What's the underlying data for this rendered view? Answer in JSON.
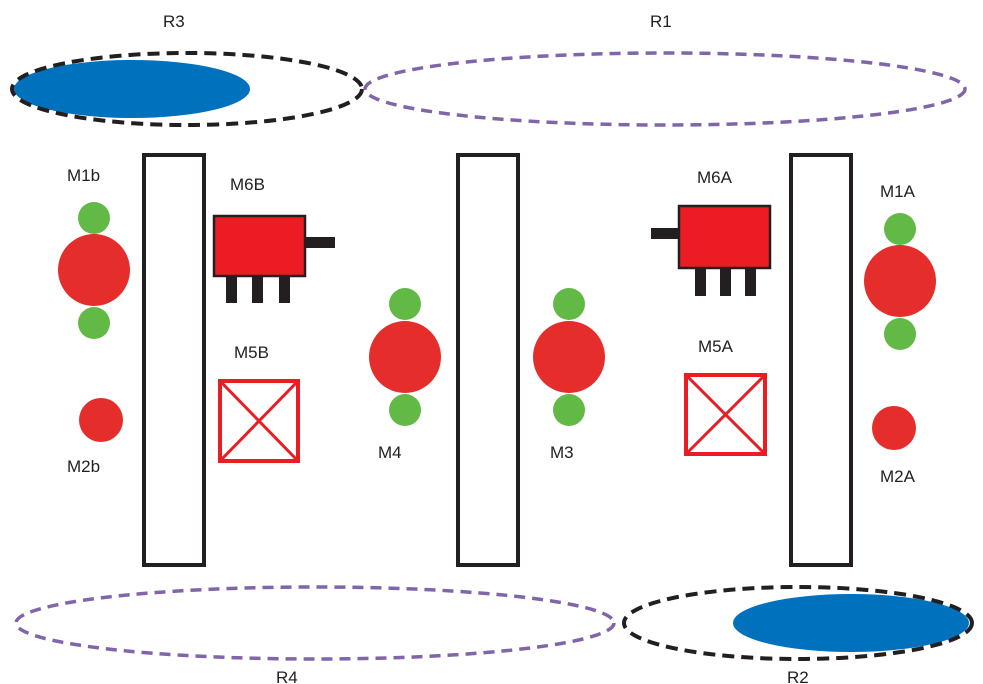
{
  "colors": {
    "stroke": "#231f20",
    "red": "#e52e2b",
    "red_component": "#ec1c24",
    "green": "#62b946",
    "blue": "#0071bc",
    "purple_dash": "#8065a8",
    "background": "#ffffff"
  },
  "regions": {
    "r1": "R1",
    "r2": "R2",
    "r3": "R3",
    "r4": "R4"
  },
  "components": {
    "m1b": "M1b",
    "m1a": "M1A",
    "m2b": "M2b",
    "m2a": "M2A",
    "m3": "M3",
    "m4": "M4",
    "m5b": "M5B",
    "m5a": "M5A",
    "m6b": "M6B",
    "m6a": "M6A"
  }
}
